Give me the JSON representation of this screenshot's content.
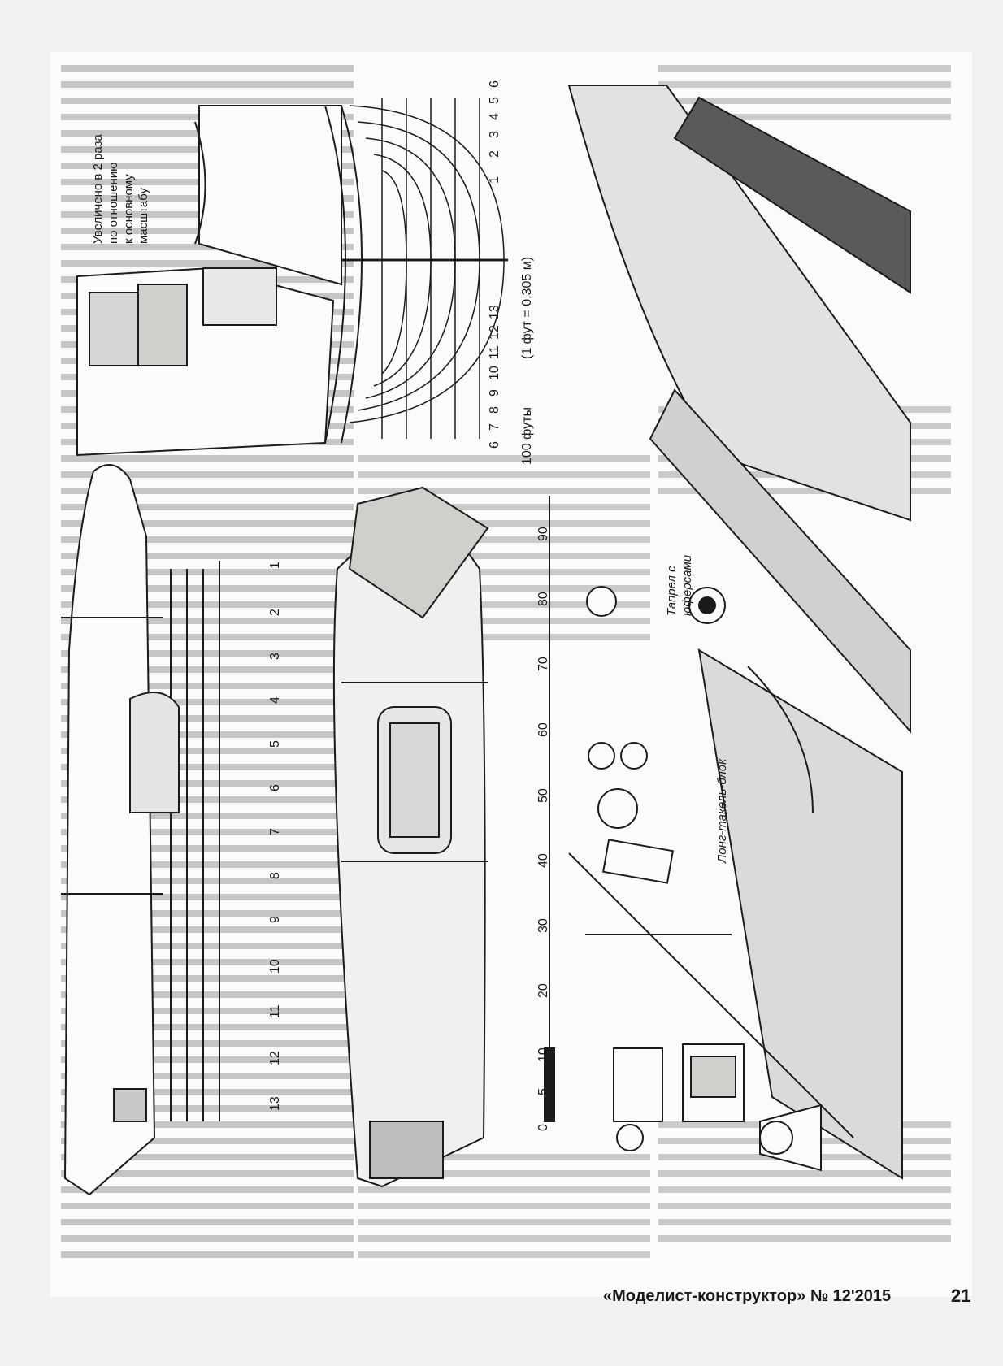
{
  "labels": {
    "enlarged_line1": "Увеличено в 2 раза",
    "enlarged_line2": "по отношению",
    "enlarged_line3": "к основному",
    "enlarged_line4": "масштабу",
    "scale_unit": "100 футы",
    "scale_note": "(1 фут = 0,305 м)",
    "tackle_line1": "Тапрел с",
    "tackle_line2": "юферсами",
    "long_tackle": "Лонг-такель-блок"
  },
  "stations_top": [
    "1",
    "2",
    "3",
    "4",
    "5",
    "6"
  ],
  "stations_bottom": [
    "6",
    "7",
    "8",
    "9",
    "10",
    "11",
    "12",
    "13"
  ],
  "stations_side": [
    "1",
    "2",
    "3",
    "4",
    "5",
    "6",
    "7",
    "8",
    "9",
    "10",
    "11",
    "12",
    "13"
  ],
  "scale_ticks": [
    "0",
    "5",
    "10",
    "20",
    "30",
    "40",
    "50",
    "60",
    "70",
    "80",
    "90"
  ],
  "footer": {
    "journal": "«Моделист-конструктор» № 12'2015",
    "page": "21"
  }
}
